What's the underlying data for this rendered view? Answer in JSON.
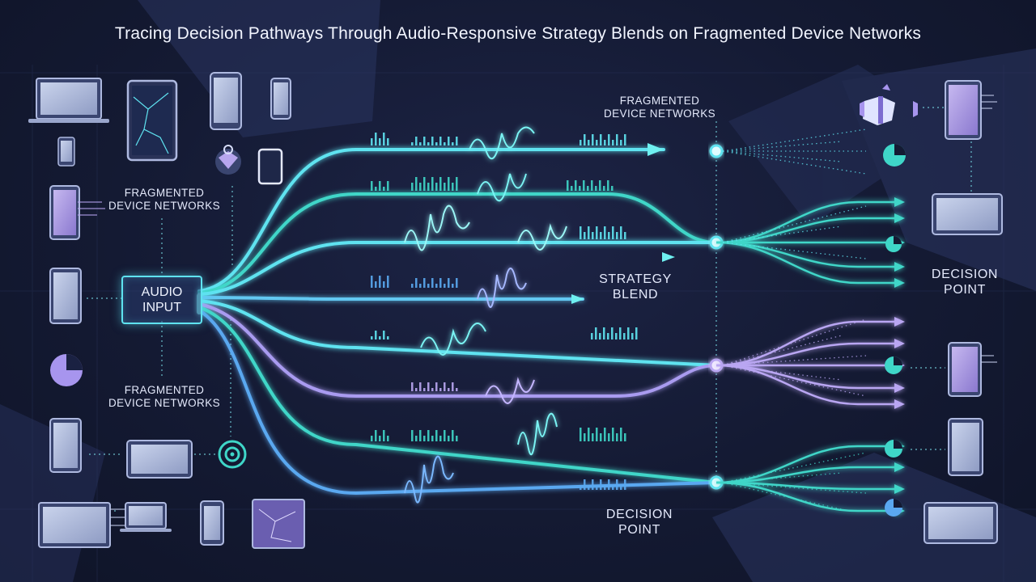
{
  "title": "Tracing Decision Pathways Through Audio-Responsive Strategy Blends on Fragmented Device Networks",
  "audio_input": {
    "line1": "AUDIO",
    "line2": "INPUT"
  },
  "labels": {
    "fragmented_top": {
      "line1": "FRAGMENTED",
      "line2": "DEVICE NETWORKS"
    },
    "fragmented_left_upper": {
      "line1": "FRAGMENTED",
      "line2": "DEVICE NETWORKS"
    },
    "fragmented_left_lower": {
      "line1": "FRAGMENTED",
      "line2": "DEVICE NETWORKS"
    },
    "strategy_blend": {
      "line1": "STRATEGY",
      "line2": "BLEND"
    },
    "decision_point_center": {
      "line1": "DECISION",
      "line2": "POINT"
    },
    "decision_point_right": {
      "line1": "DECISION",
      "line2": "POINT"
    }
  },
  "colors": {
    "cyan": "#5fe3f0",
    "teal": "#3fd6c8",
    "violet": "#b9a6f2",
    "blue": "#5aa8f0",
    "background": "#141a33"
  },
  "icons": [
    "laptop-icon",
    "tablet-icon",
    "phone-icon",
    "pie-chart-icon",
    "target-icon",
    "router-icon"
  ]
}
